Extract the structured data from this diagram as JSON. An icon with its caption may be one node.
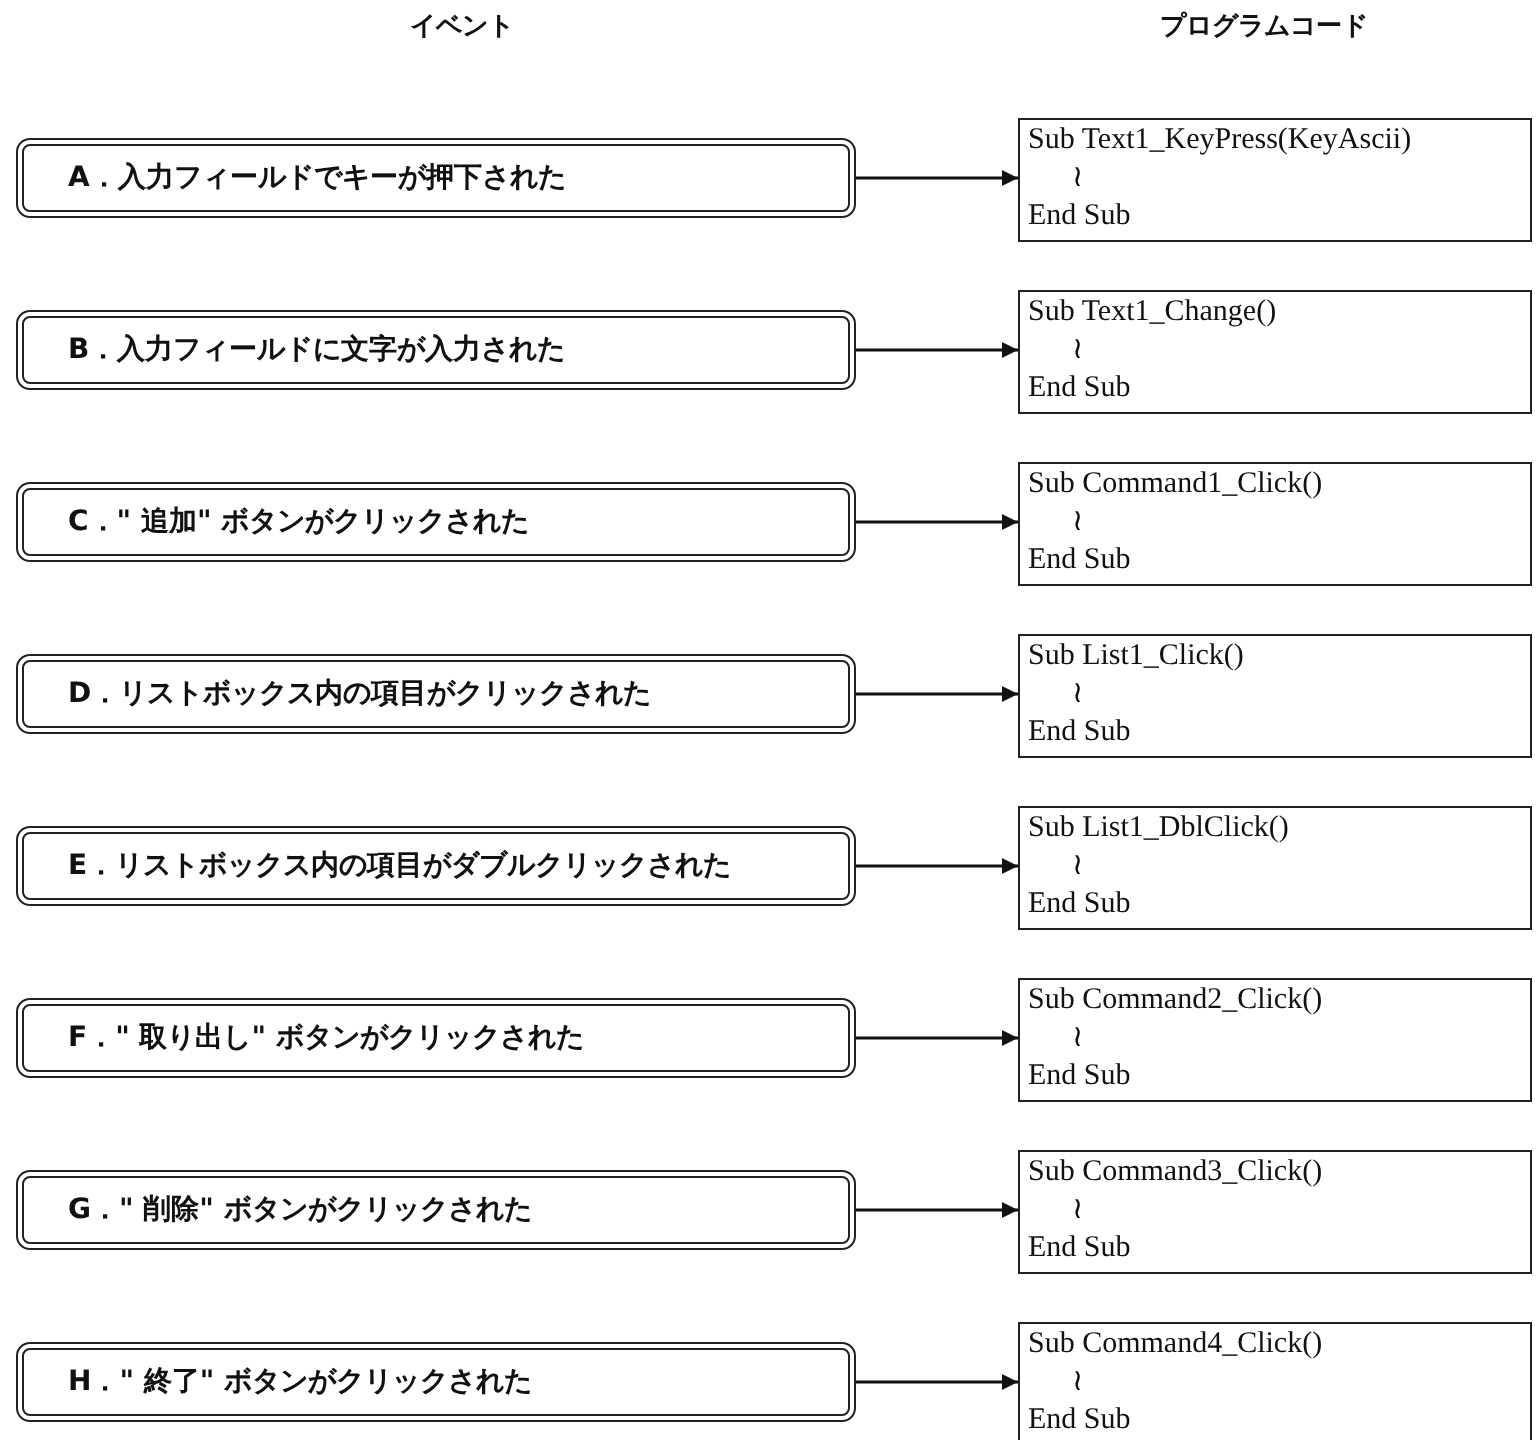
{
  "diagram": {
    "nodes": [
      {
        "text": [
          "A．入力フィールドでキーが押下された"
        ]
      },
      {
        "text": [
          "Sub Text1_KeyPress(KeyAscii)",
          "≀",
          "End Sub"
        ]
      },
      {
        "text": [
          "B．入力フィールドに文字が入力された"
        ]
      },
      {
        "text": [
          "Sub Text1_Change()",
          "≀",
          "End Sub"
        ]
      },
      {
        "text": [
          "C．\" 追加\" ボタンがクリックされた"
        ]
      },
      {
        "text": [
          "Sub Command1_Click()",
          "≀",
          "End Sub"
        ]
      },
      {
        "text": [
          "D．リストボックス内の項目がクリックされた"
        ]
      },
      {
        "text": [
          "Sub List1_Click()",
          "≀",
          "End Sub"
        ]
      },
      {
        "text": [
          "E．リストボックス内の項目がダブルクリックされた"
        ]
      },
      {
        "text": [
          "Sub List1_DblClick()",
          "≀",
          "End Sub"
        ]
      },
      {
        "text": [
          "F．\" 取り出し\" ボタンがクリックされた"
        ]
      },
      {
        "text": [
          "Sub Command2_Click()",
          "≀",
          "End Sub"
        ]
      },
      {
        "text": [
          "G．\" 削除\" ボタンがクリックされた"
        ]
      },
      {
        "text": [
          "Sub Command3_Click()",
          "≀",
          "End Sub"
        ]
      },
      {
        "text": [
          "H．\" 終了\" ボタンがクリックされた"
        ]
      },
      {
        "text": [
          "Sub Command4_Click()",
          "≀",
          "End Sub"
        ]
      }
    ],
    "edges": [
      {
        "from": 0,
        "to": 1,
        "arrow": "to"
      },
      {
        "from": 2,
        "to": 3,
        "arrow": "to"
      },
      {
        "from": 4,
        "to": 5,
        "arrow": "to"
      },
      {
        "from": 6,
        "to": 7,
        "arrow": "to"
      },
      {
        "from": 8,
        "to": 9,
        "arrow": "to"
      },
      {
        "from": 10,
        "to": 11,
        "arrow": "to"
      },
      {
        "from": 12,
        "to": 13,
        "arrow": "to"
      },
      {
        "from": 14,
        "to": 15,
        "arrow": "to"
      }
    ],
    "labels": [
      "イベント",
      "プログラムコード"
    ]
  }
}
